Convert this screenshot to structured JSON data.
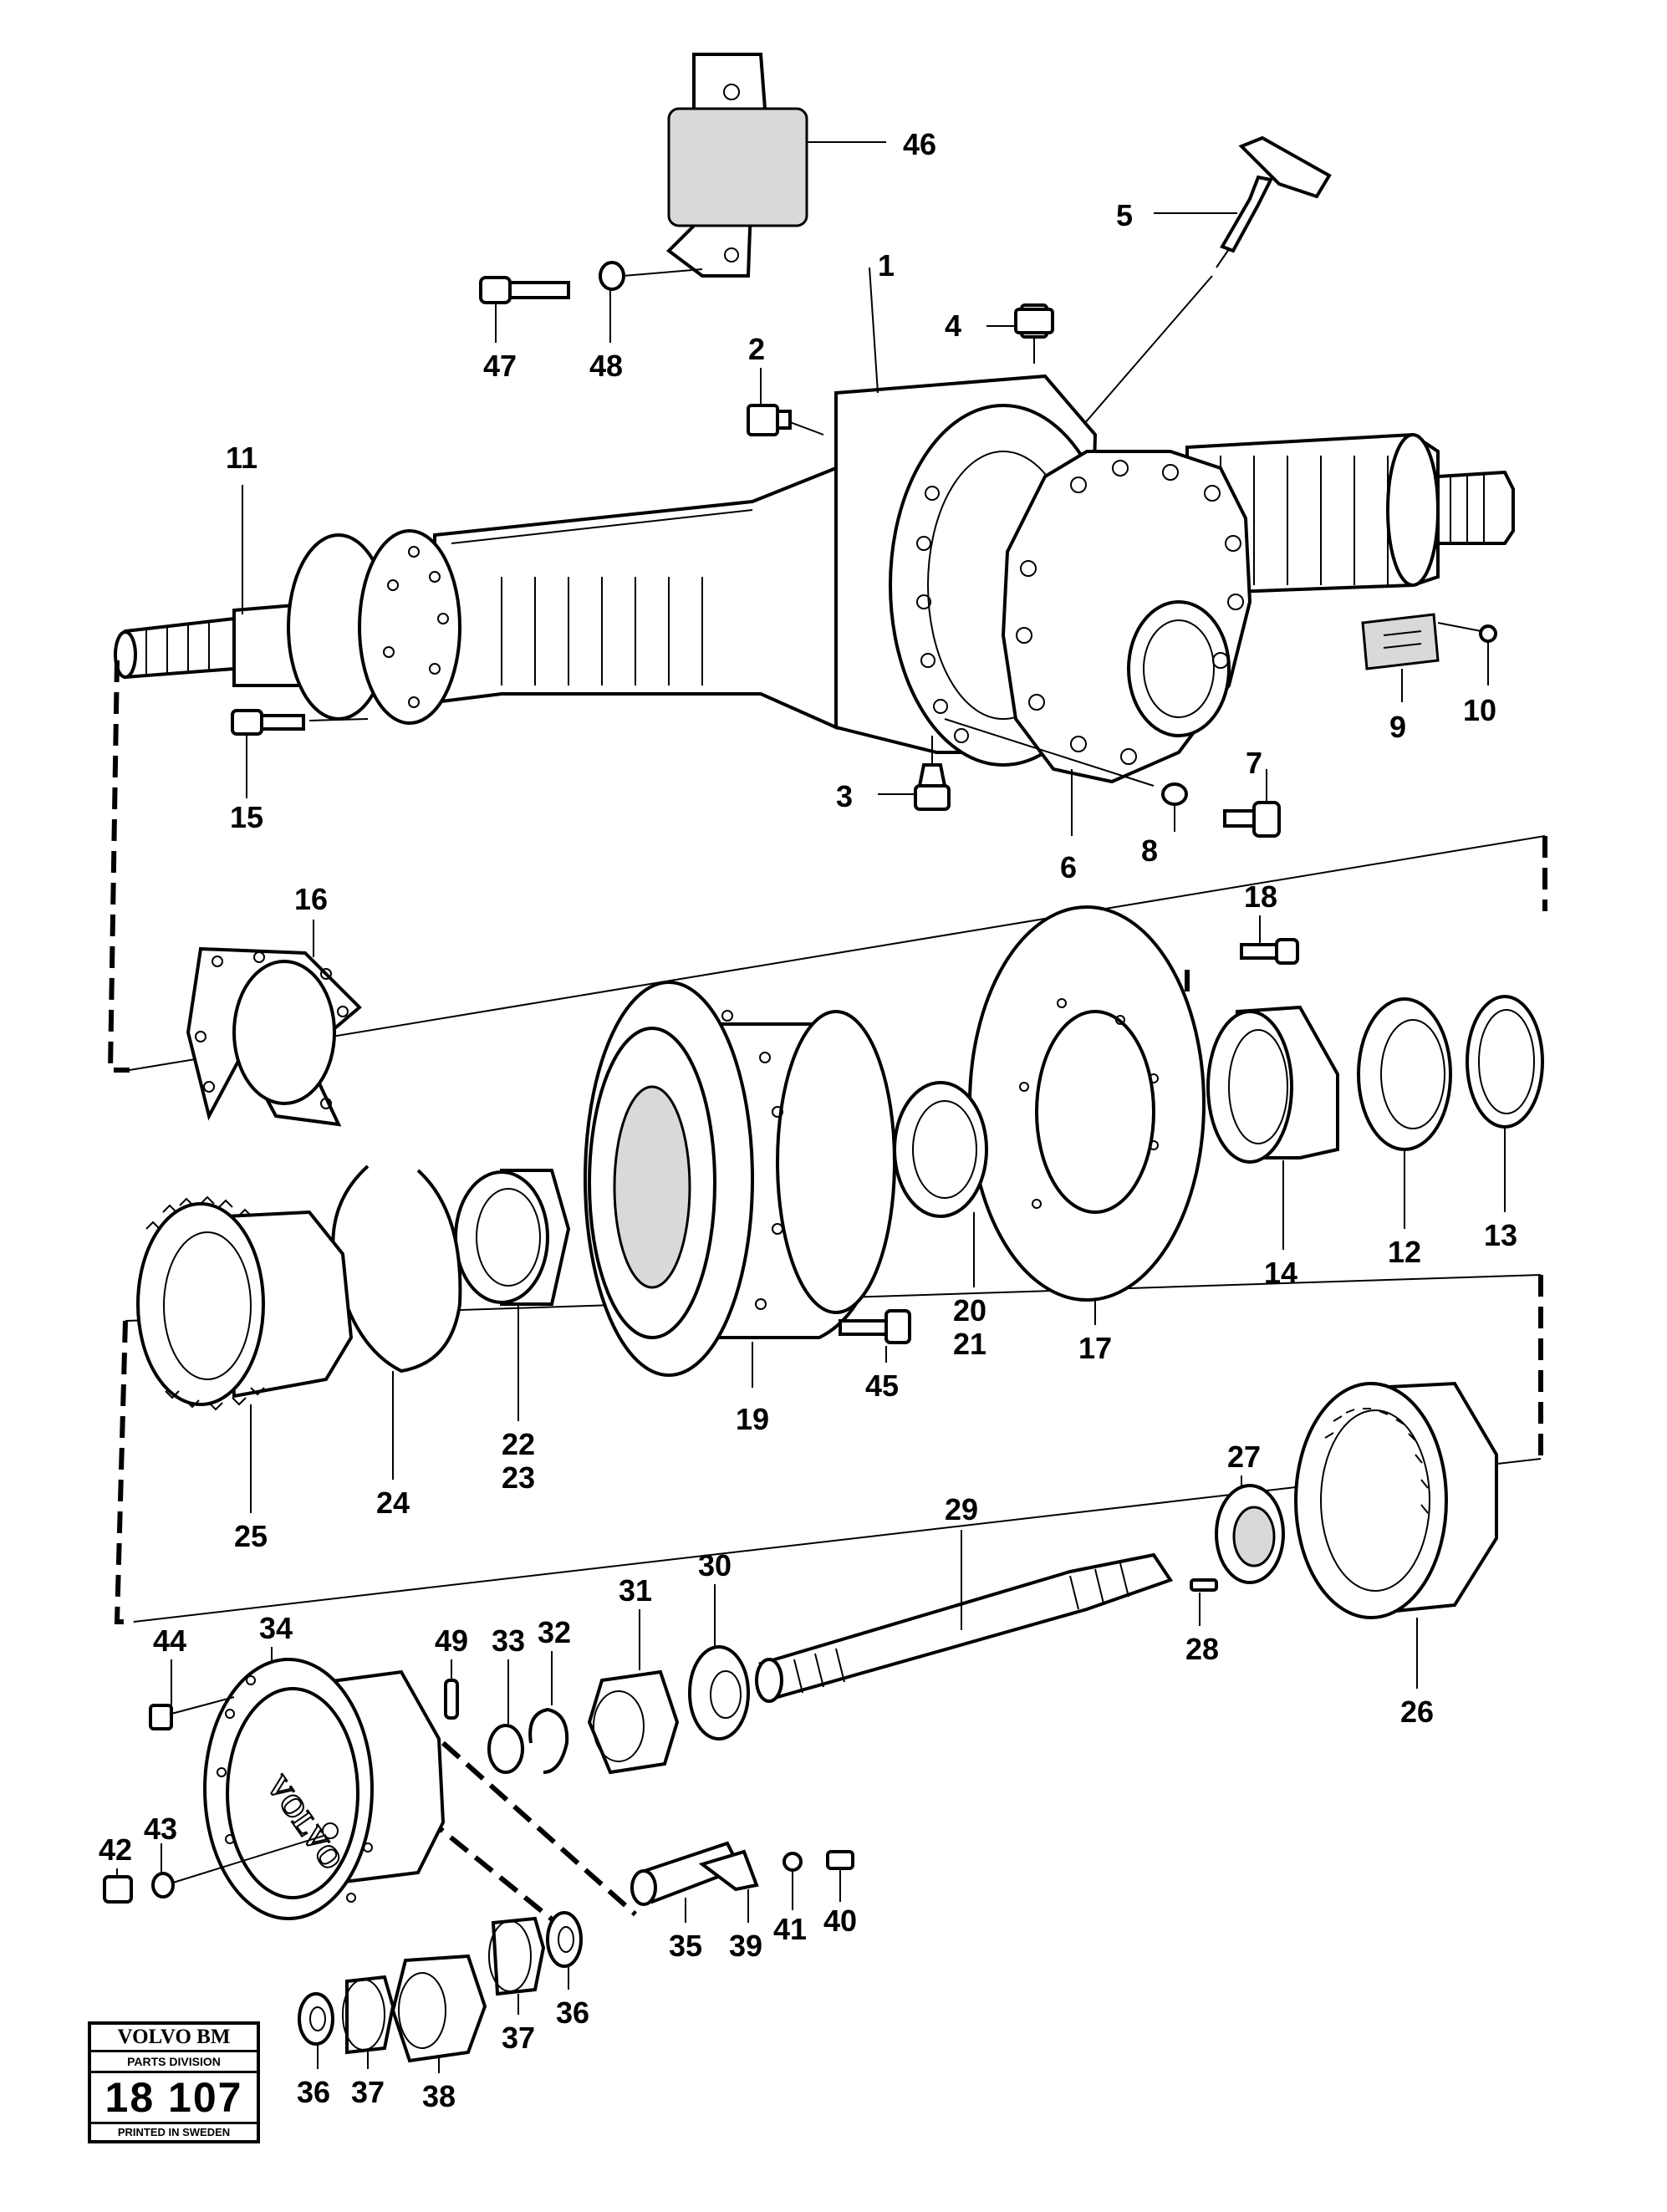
{
  "callouts": [
    "1",
    "2",
    "3",
    "4",
    "5",
    "6",
    "7",
    "8",
    "9",
    "10",
    "11",
    "12",
    "13",
    "14",
    "15",
    "16",
    "17",
    "18",
    "19",
    "20",
    "21",
    "22",
    "23",
    "24",
    "25",
    "26",
    "27",
    "28",
    "29",
    "30",
    "31",
    "32",
    "33",
    "34",
    "35",
    "36",
    "37",
    "38",
    "39",
    "40",
    "41",
    "42",
    "43",
    "44",
    "45",
    "46",
    "47",
    "48",
    "49"
  ],
  "hub_stamp": "VOLVO",
  "logo": {
    "brand": "VOLVO BM",
    "division": "PARTS DIVISION",
    "code": "18 107",
    "printed": "PRINTED IN SWEDEN"
  }
}
